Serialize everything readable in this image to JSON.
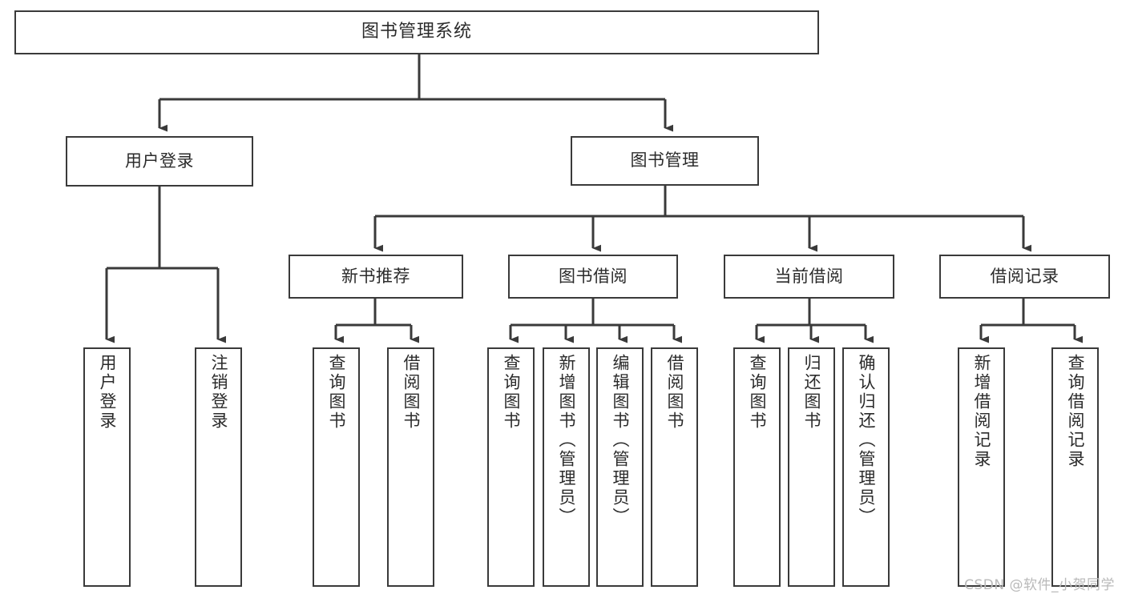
{
  "diagram": {
    "title": "图书管理系统",
    "type": "functional-decomposition-tree",
    "watermark": "CSDN @软件_小贺同学",
    "colors": {
      "stroke": "#3a3a3a",
      "fill": "#ffffff",
      "text": "#2b2b2b",
      "watermark": "#b9b9b9"
    },
    "levels": {
      "level0": [
        {
          "id": "root",
          "label": "图书管理系统"
        }
      ],
      "level1": [
        {
          "id": "user-login",
          "label": "用户登录"
        },
        {
          "id": "book-manage",
          "label": "图书管理"
        }
      ],
      "level2": [
        {
          "id": "new-book-rec",
          "label": "新书推荐",
          "parent": "book-manage"
        },
        {
          "id": "book-borrow",
          "label": "图书借阅",
          "parent": "book-manage"
        },
        {
          "id": "current-borrow",
          "label": "当前借阅",
          "parent": "book-manage"
        },
        {
          "id": "borrow-record",
          "label": "借阅记录",
          "parent": "book-manage"
        }
      ],
      "leaves": [
        {
          "id": "leaf-user-login",
          "label": "用户登录",
          "parent": "user-login"
        },
        {
          "id": "leaf-logout",
          "label": "注销登录",
          "parent": "user-login"
        },
        {
          "id": "leaf-query-book-1",
          "label": "查询图书",
          "parent": "new-book-rec"
        },
        {
          "id": "leaf-borrow-book-1",
          "label": "借阅图书",
          "parent": "new-book-rec"
        },
        {
          "id": "leaf-query-book-2",
          "label": "查询图书",
          "parent": "book-borrow"
        },
        {
          "id": "leaf-add-book",
          "label": "新增图书（管理员）",
          "parent": "book-borrow"
        },
        {
          "id": "leaf-edit-book",
          "label": "编辑图书（管理员）",
          "parent": "book-borrow"
        },
        {
          "id": "leaf-borrow-book-2",
          "label": "借阅图书",
          "parent": "book-borrow"
        },
        {
          "id": "leaf-query-book-3",
          "label": "查询图书",
          "parent": "current-borrow"
        },
        {
          "id": "leaf-return-book",
          "label": "归还图书",
          "parent": "current-borrow"
        },
        {
          "id": "leaf-confirm-return",
          "label": "确认归还（管理员）",
          "parent": "current-borrow"
        },
        {
          "id": "leaf-add-record",
          "label": "新增借阅记录",
          "parent": "borrow-record"
        },
        {
          "id": "leaf-query-record",
          "label": "查询借阅记录",
          "parent": "borrow-record"
        }
      ]
    }
  }
}
